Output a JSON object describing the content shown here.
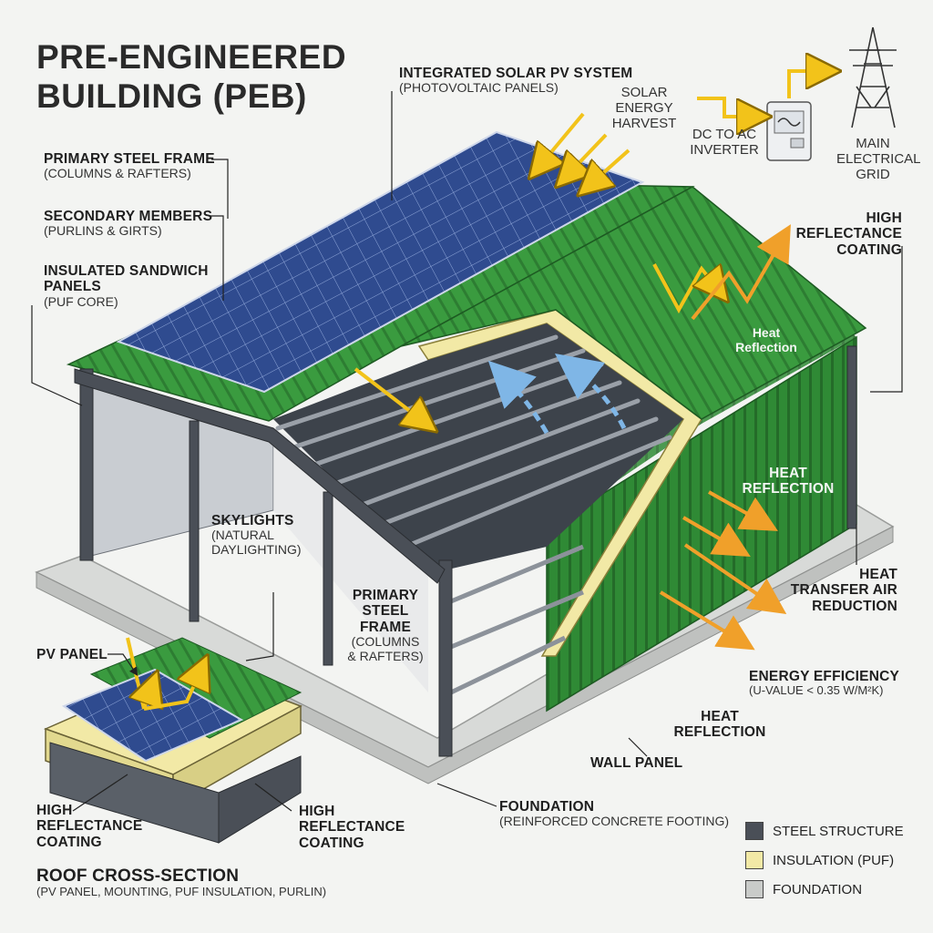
{
  "title": {
    "line1": "PRE-ENGINEERED",
    "line2": "BUILDING (PEB)"
  },
  "labels": {
    "solar_system": {
      "title": "INTEGRATED SOLAR PV SYSTEM",
      "sub": "(PHOTOVOLTAIC PANELS)"
    },
    "solar_harvest": "SOLAR ENERGY HARVEST",
    "inverter": "DC TO AC INVERTER",
    "grid": "MAIN ELECTRICAL GRID",
    "primary_frame_top": {
      "title": "PRIMARY STEEL FRAME",
      "sub": "(COLUMNS & RAFTERS)"
    },
    "secondary_members": {
      "title": "SECONDARY MEMBERS",
      "sub": "(PURLINS & GIRTS)"
    },
    "sandwich_panels": {
      "title": "INSULATED SANDWICH PANELS",
      "sub": "(PUF CORE)"
    },
    "high_reflectance_right": "HIGH REFLECTANCE COATING",
    "heat_reflection_roof": "Heat Reflection",
    "heat_reflection_wall": "HEAT REFLECTION",
    "heat_transfer": "HEAT TRANSFER AIR REDUCTION",
    "energy_efficiency": {
      "title": "ENERGY EFFICIENCY",
      "sub": "(U-VALUE < 0.35 W/m²K)"
    },
    "heat_reflection_low": "HEAT REFLECTION",
    "wall_panel": "WALL PANEL",
    "skylights": {
      "title": "SKYLIGHTS",
      "sub": "(NATURAL DAYLIGHTING)"
    },
    "primary_frame_mid": {
      "title": "PRIMARY STEEL FRAME",
      "sub": "(COLUMNS & RAFTERS)"
    },
    "pv_panel": "PV PANEL",
    "high_reflectance_left": "HIGH REFLECTANCE COATING",
    "high_reflectance_mid": "HIGH REFLECTANCE COATING",
    "foundation": {
      "title": "FOUNDATION",
      "sub": "(REINFORCED CONCRETE FOOTING)"
    },
    "cross_section": {
      "title": "ROOF CROSS-SECTION",
      "sub": "(PV PANEL, MOUNTING, PUF INSULATION, PURLIN)"
    }
  },
  "legend": [
    {
      "label": "STEEL STRUCTURE",
      "color": "#4a4f57"
    },
    {
      "label": "INSULATION (PUF)",
      "color": "#f2e9a6"
    },
    {
      "label": "FOUNDATION",
      "color": "#c9cbc9"
    }
  ],
  "colors": {
    "roof_green": "#3a9b3f",
    "wall_green": "#2f8a35",
    "steel": "#4a4f57",
    "insulation": "#f2e9a6",
    "solar_blue": "#2f4b8f",
    "sun_arrow": "#f2c31a",
    "heat_arrow": "#f0a02a",
    "air_arrow": "#7fb6e6"
  },
  "icons": [
    "inverter-icon",
    "transmission-tower-icon",
    "sun-ray-arrow-icon",
    "heat-arrow-icon",
    "airflow-arrow-icon"
  ]
}
